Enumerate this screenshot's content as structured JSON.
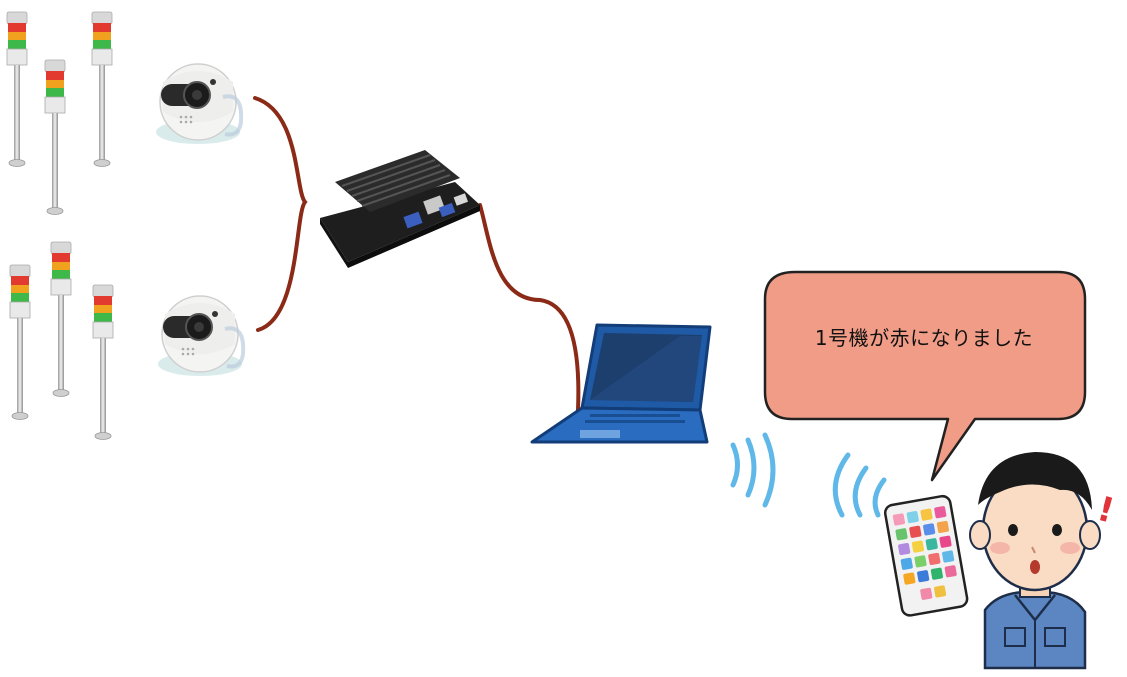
{
  "message": "1号機が赤になりました",
  "alert_mark": "!",
  "nodes": {
    "signal_towers": 6,
    "cameras": 2,
    "edge_device": "board-icon",
    "laptop": "laptop-icon",
    "phone": "smartphone-icon",
    "worker": "worker-icon"
  },
  "colors": {
    "cable": "#8b2a17",
    "bubble_fill": "#f19c86",
    "bubble_stroke": "#222222",
    "wifi": "#5fb8e8",
    "laptop_body": "#1f5aa6",
    "alert": "#e0343a"
  }
}
